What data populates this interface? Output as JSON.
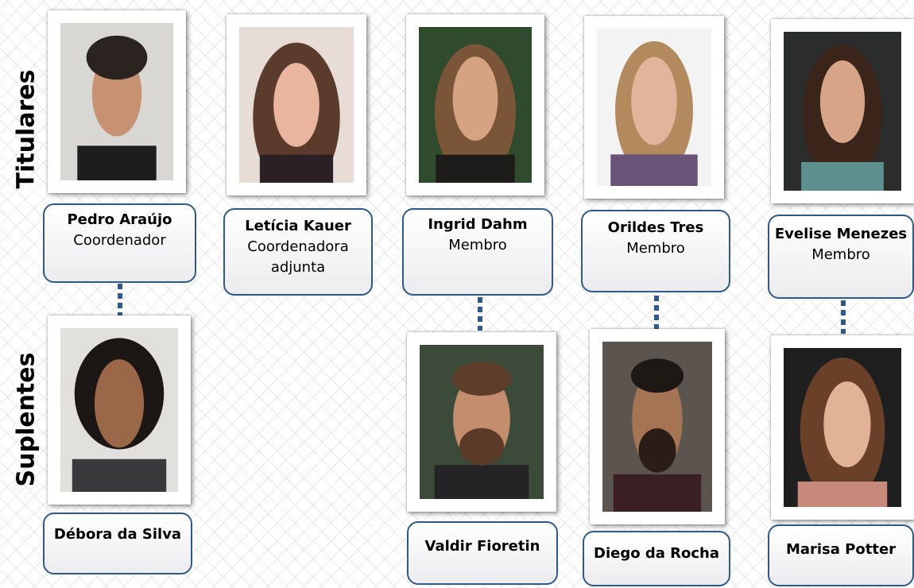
{
  "labels": {
    "titulares": "Titulares",
    "suplentes": "Suplentes"
  },
  "titulares": [
    {
      "name": "Pedro Araújo",
      "role": "Coordenador"
    },
    {
      "name": "Letícia Kauer",
      "role": "Coordenadora adjunta"
    },
    {
      "name": "Ingrid Dahm",
      "role": "Membro"
    },
    {
      "name": "Orildes Tres",
      "role": "Membro"
    },
    {
      "name": "Evelise Menezes",
      "role": "Membro"
    }
  ],
  "suplentes": [
    {
      "name": "Débora da Silva"
    },
    {
      "name": "Valdir Fioretin"
    },
    {
      "name": "Diego da Rocha"
    },
    {
      "name": "Marisa Potter"
    }
  ],
  "colors": {
    "box_border": "#2e5a8a",
    "connector": "#2e5a8a"
  }
}
